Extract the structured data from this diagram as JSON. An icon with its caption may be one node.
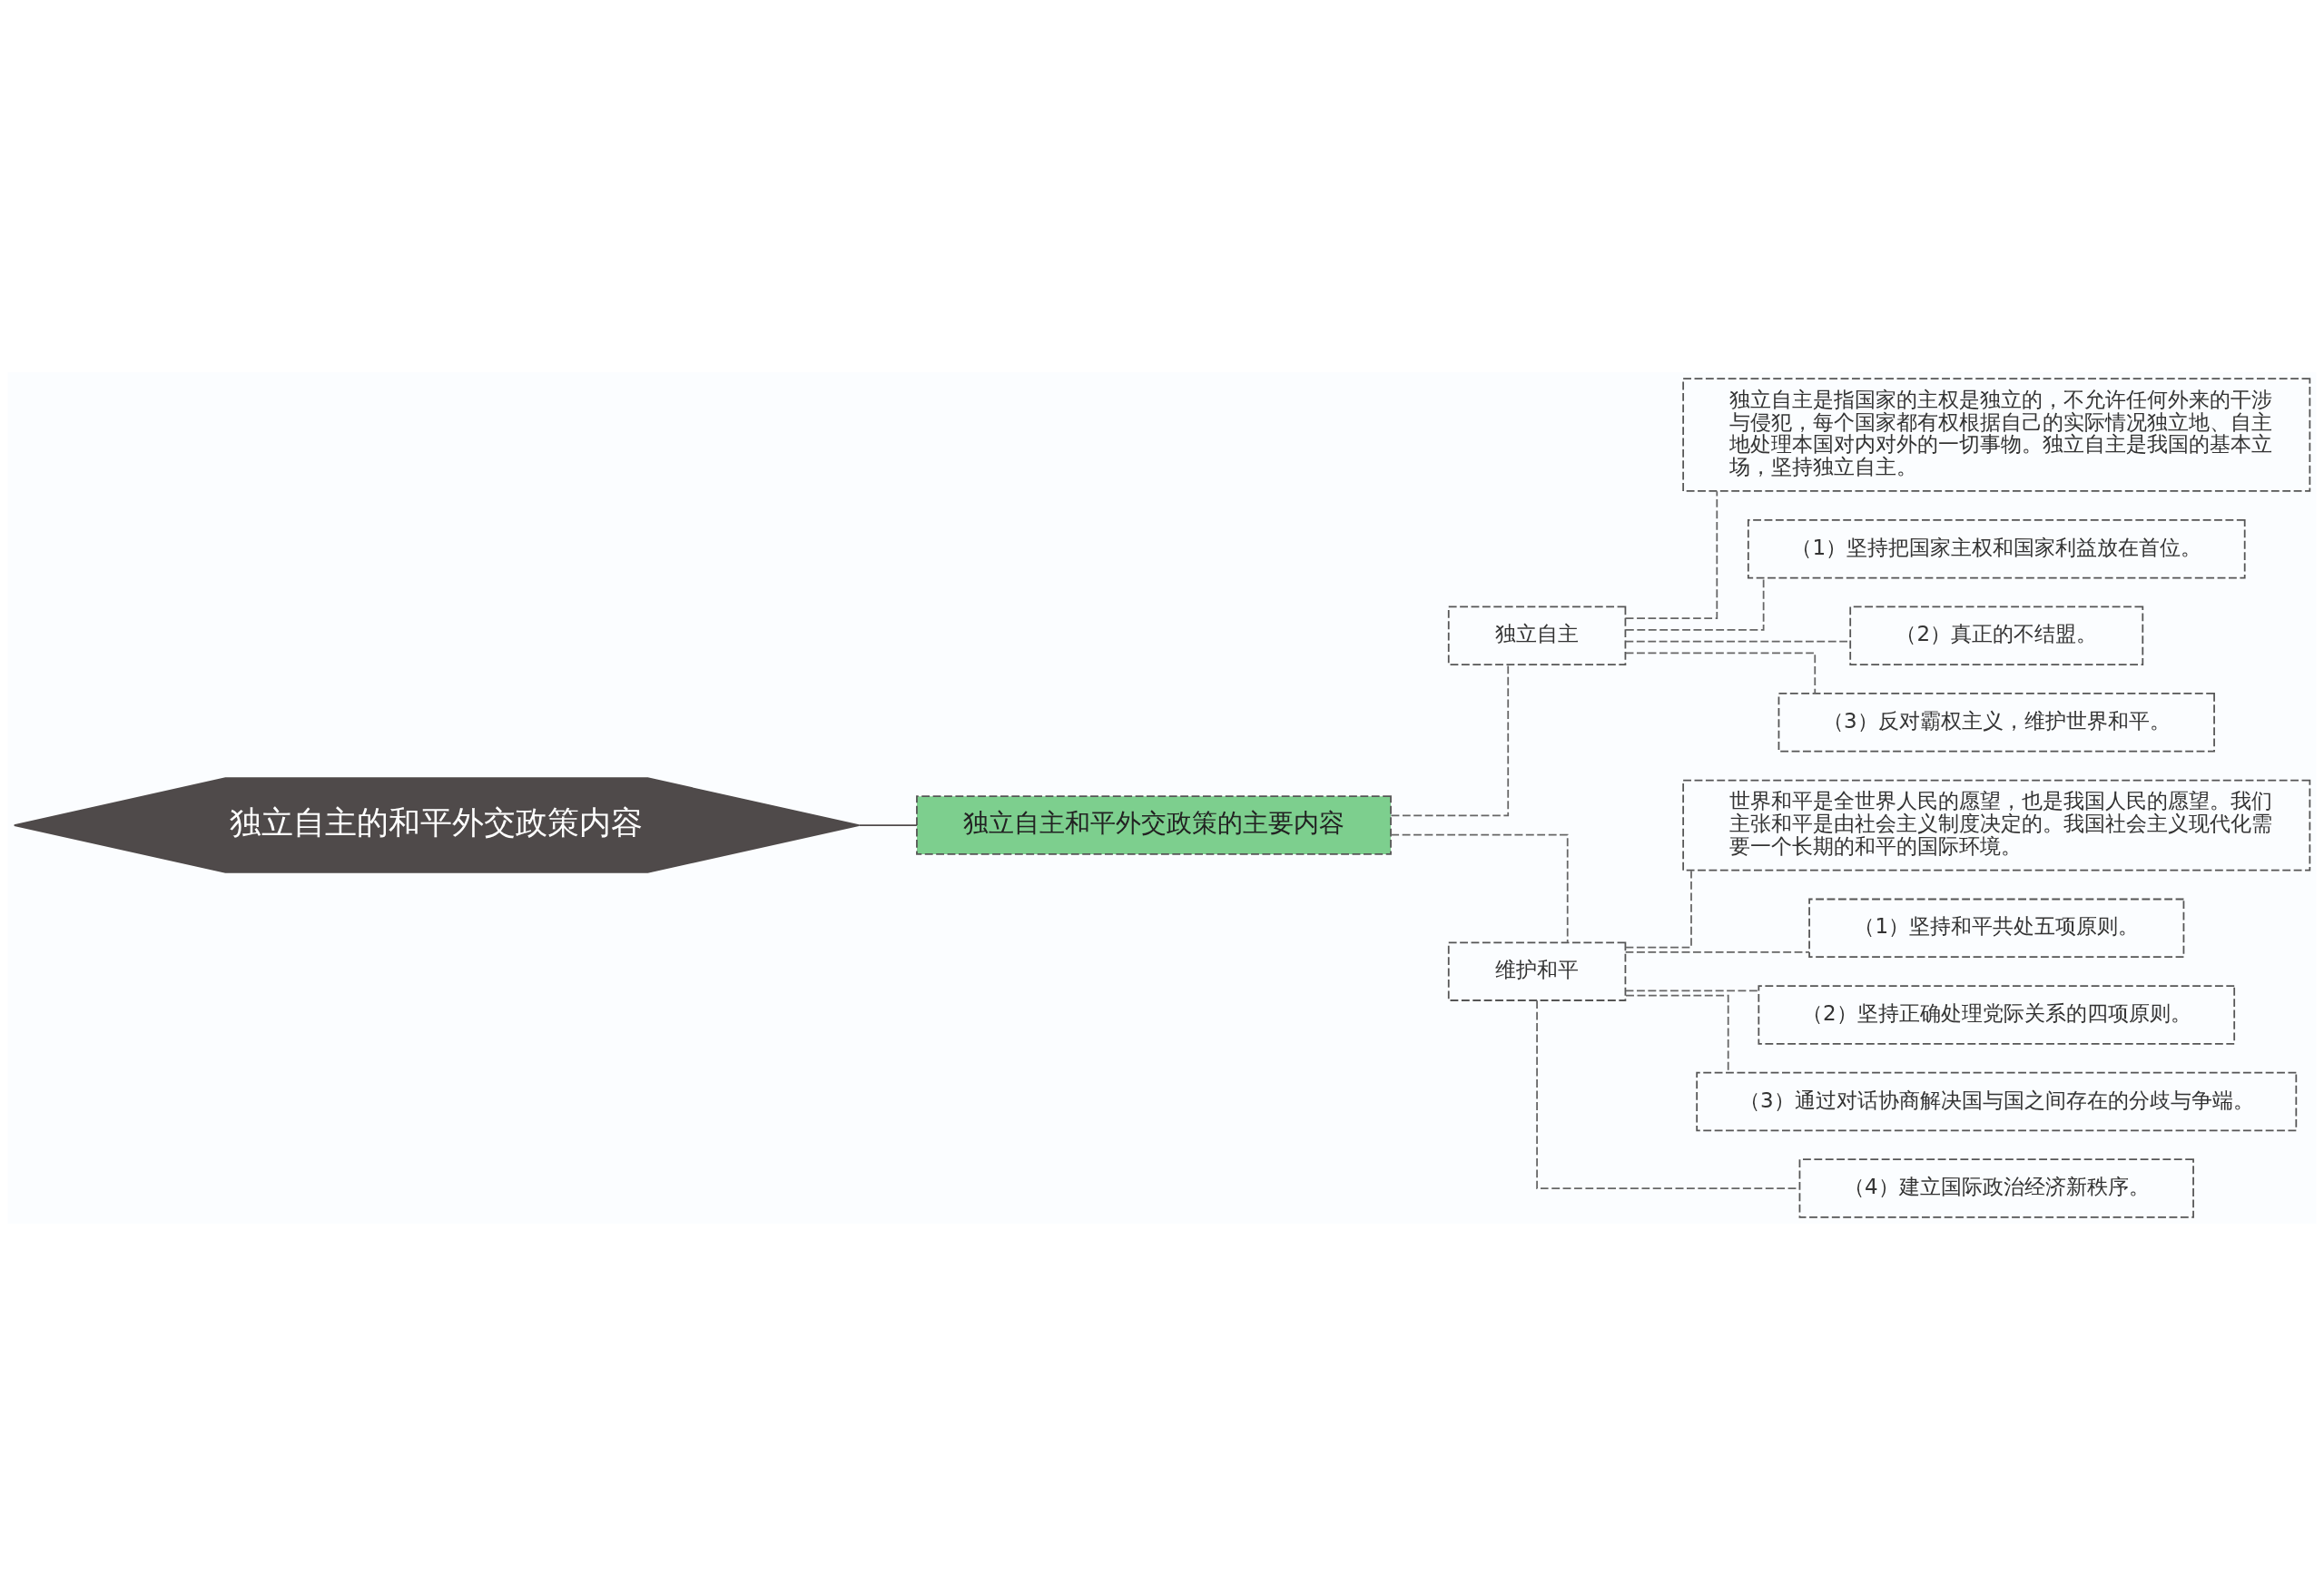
{
  "diagram": {
    "nodes": [
      {
        "text": [
          "独立自主的和平外交政策内容"
        ]
      },
      {
        "text": [
          "独立自主和平外交政策的主要内容"
        ]
      },
      {
        "text": [
          "独立自主"
        ]
      },
      {
        "text": [
          "独立自主是指国家的主权是独立的，不允许任何外来的干涉与侵犯，每个国家都有权根据自己的实际情况独立地、自主地处理本国对内对外的一切事物。独立自主是我国的基本立场，坚持独立自主。"
        ]
      },
      {
        "text": [
          "（1）坚持把国家主权和国家利益放在首位。"
        ]
      },
      {
        "text": [
          "（2）真正的不结盟。"
        ]
      },
      {
        "text": [
          "（3）反对霸权主义，维护世界和平。"
        ]
      },
      {
        "text": [
          "维护和平"
        ]
      },
      {
        "text": [
          "世界和平是全世界人民的愿望，也是我国人民的愿望。我们主张和平是由社会主义制度决定的。我国社会主义现代化需要一个长期的和平的国际环境。"
        ]
      },
      {
        "text": [
          "（1）坚持和平共处五项原则。"
        ]
      },
      {
        "text": [
          "（2）坚持正确处理党际关系的四项原则。"
        ]
      },
      {
        "text": [
          "（3）通过对话协商解决国与国之间存在的分歧与争端。"
        ]
      },
      {
        "text": [
          "（4）建立国际政治经济新秩序。"
        ]
      }
    ],
    "edges": [
      {
        "from": 0,
        "to": 1,
        "arrow": "none",
        "color": "#4f4a4a"
      },
      {
        "from": 1,
        "to": 2,
        "arrow": "none",
        "style": "dashed"
      },
      {
        "from": 1,
        "to": 7,
        "arrow": "none",
        "style": "dashed"
      },
      {
        "from": 2,
        "to": 3,
        "arrow": "none",
        "style": "dashed"
      },
      {
        "from": 2,
        "to": 4,
        "arrow": "none",
        "style": "dashed"
      },
      {
        "from": 2,
        "to": 5,
        "arrow": "none",
        "style": "dashed"
      },
      {
        "from": 2,
        "to": 6,
        "arrow": "none",
        "style": "dashed"
      },
      {
        "from": 7,
        "to": 8,
        "arrow": "none",
        "style": "dashed"
      },
      {
        "from": 7,
        "to": 9,
        "arrow": "none",
        "style": "dashed"
      },
      {
        "from": 7,
        "to": 10,
        "arrow": "none",
        "style": "dashed"
      },
      {
        "from": 7,
        "to": 11,
        "arrow": "none",
        "style": "dashed"
      },
      {
        "from": 7,
        "to": 12,
        "arrow": "none",
        "style": "dashed"
      }
    ]
  }
}
